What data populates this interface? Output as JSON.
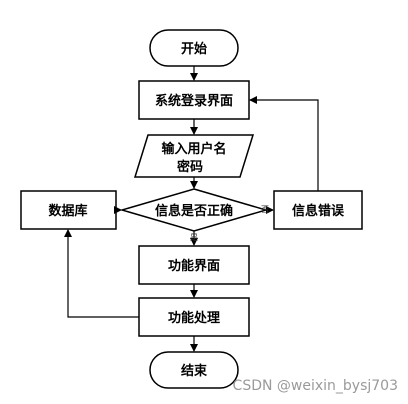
{
  "flowchart": {
    "nodes": {
      "start": "开始",
      "login": "系统登录界面",
      "input_line1": "输入用户名",
      "input_line2": "密码",
      "decision": "信息是否正确",
      "database": "数据库",
      "error": "信息错误",
      "function_ui": "功能界面",
      "function_proc": "功能处理",
      "end": "结束"
    },
    "edge_labels": {
      "no": "否",
      "yes": "是"
    }
  },
  "watermark": "CSDN @weixin_bysj703"
}
